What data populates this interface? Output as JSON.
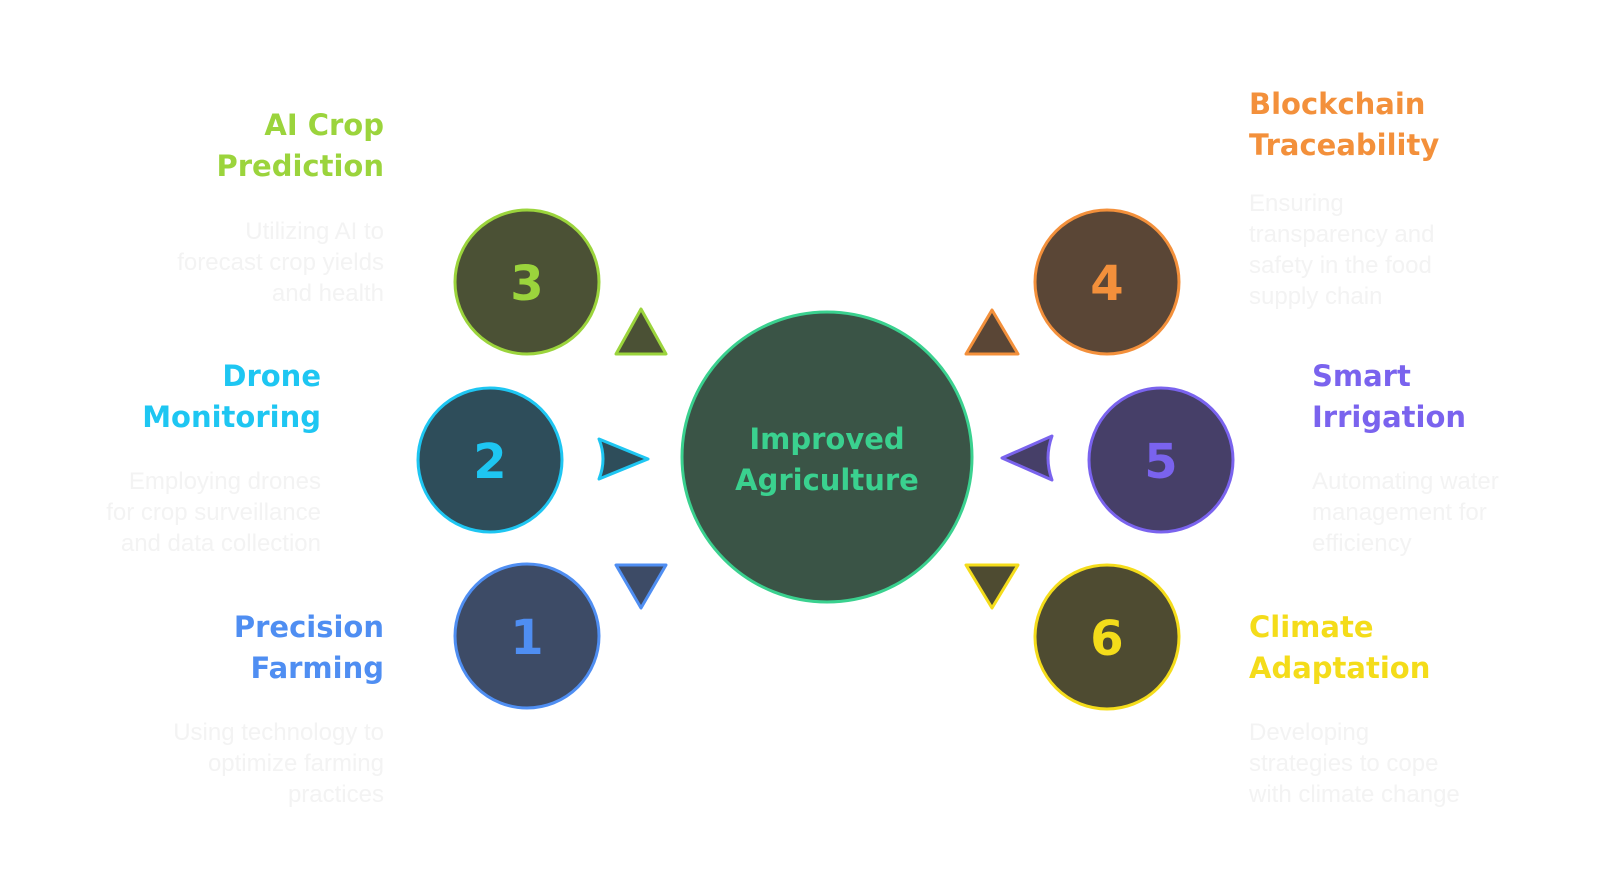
{
  "hub": {
    "line1": "Improved",
    "line2": "Agriculture",
    "color": "#3ad18f",
    "fill": "#3a5446"
  },
  "items": [
    {
      "number": "1",
      "title": "Precision\nFarming",
      "description": "Using technology to\noptimize farming\npractices",
      "color": "#4f8ef2",
      "fill": "#3d4b66"
    },
    {
      "number": "2",
      "title": "Drone\nMonitoring",
      "description": "Employing drones\nfor crop surveillance\nand data collection",
      "color": "#1ec6f2",
      "fill": "#2e4d5a"
    },
    {
      "number": "3",
      "title": "AI Crop\nPrediction",
      "description": "Utilizing AI to\nforecast crop yields\nand health",
      "color": "#9bd43c",
      "fill": "#4b5135"
    },
    {
      "number": "4",
      "title": "Blockchain\nTraceability",
      "description": "Ensuring\ntransparency and\nsafety in the food\nsupply chain",
      "color": "#f3903b",
      "fill": "#5a4636"
    },
    {
      "number": "5",
      "title": "Smart\nIrrigation",
      "description": "Automating water\nmanagement for\nefficiency",
      "color": "#7a63ee",
      "fill": "#463f68"
    },
    {
      "number": "6",
      "title": "Climate\nAdaptation",
      "description": "Developing\nstrategies to cope\nwith climate change",
      "color": "#f4dc1a",
      "fill": "#4e4b31"
    }
  ]
}
